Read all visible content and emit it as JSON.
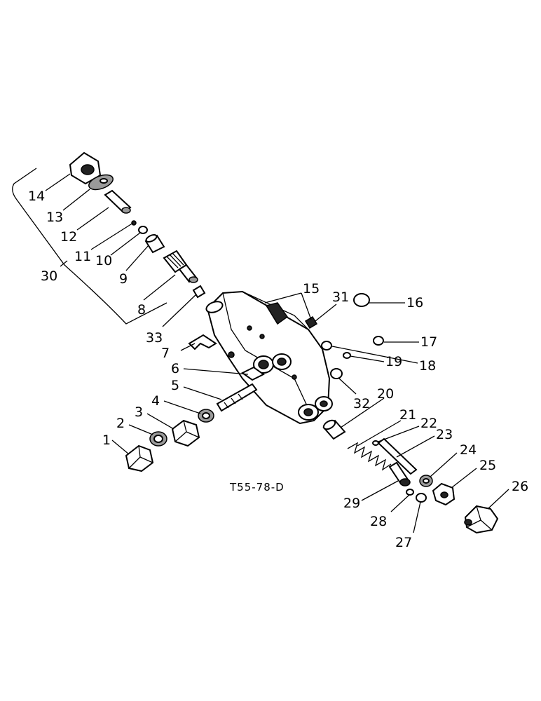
{
  "drawing_code": "T55-78-D",
  "callouts": [
    {
      "id": "1",
      "text": "1"
    },
    {
      "id": "2",
      "text": "2"
    },
    {
      "id": "3",
      "text": "3"
    },
    {
      "id": "4",
      "text": "4"
    },
    {
      "id": "5",
      "text": "5"
    },
    {
      "id": "6",
      "text": "6"
    },
    {
      "id": "7",
      "text": "7"
    },
    {
      "id": "8",
      "text": "8"
    },
    {
      "id": "9",
      "text": "9"
    },
    {
      "id": "10",
      "text": "10"
    },
    {
      "id": "11",
      "text": "11"
    },
    {
      "id": "12",
      "text": "12"
    },
    {
      "id": "13",
      "text": "13"
    },
    {
      "id": "14",
      "text": "14"
    },
    {
      "id": "15",
      "text": "15"
    },
    {
      "id": "16",
      "text": "16"
    },
    {
      "id": "17",
      "text": "17"
    },
    {
      "id": "18",
      "text": "18"
    },
    {
      "id": "19",
      "text": "19"
    },
    {
      "id": "20",
      "text": "20"
    },
    {
      "id": "21",
      "text": "21"
    },
    {
      "id": "22",
      "text": "22"
    },
    {
      "id": "23",
      "text": "23"
    },
    {
      "id": "24",
      "text": "24"
    },
    {
      "id": "25",
      "text": "25"
    },
    {
      "id": "26",
      "text": "26"
    },
    {
      "id": "27",
      "text": "27"
    },
    {
      "id": "28",
      "text": "28"
    },
    {
      "id": "29",
      "text": "29"
    },
    {
      "id": "30",
      "text": "30"
    },
    {
      "id": "31",
      "text": "31"
    },
    {
      "id": "32",
      "text": "32"
    },
    {
      "id": "33",
      "text": "33"
    }
  ]
}
